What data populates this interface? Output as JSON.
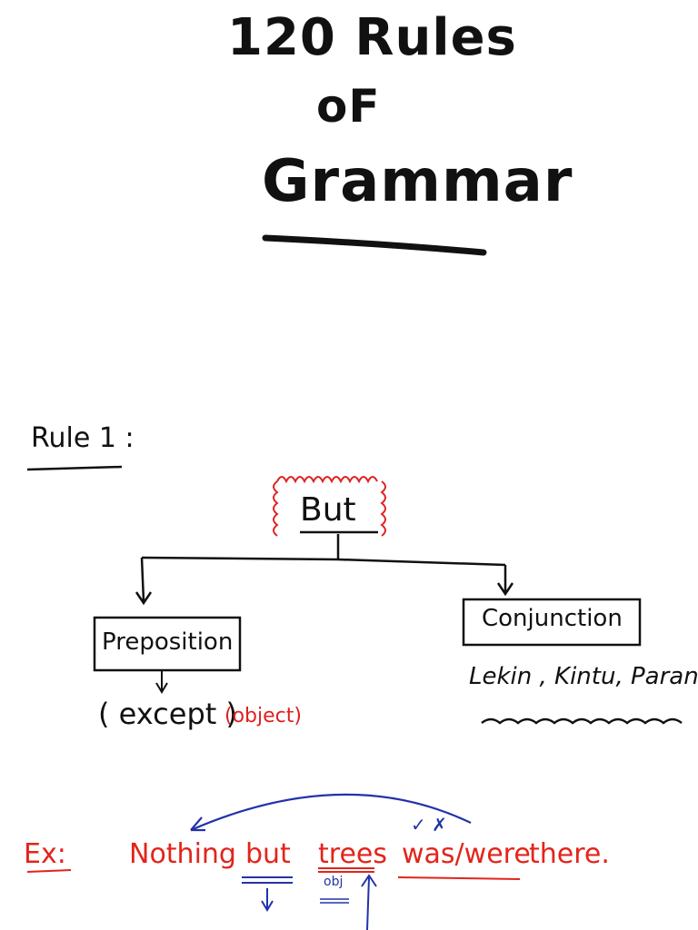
{
  "title": {
    "line1": "120 Rules",
    "line2": "oF",
    "line3": "Grammar"
  },
  "rule": {
    "label": "Rule 1 :",
    "root_word": "But",
    "branches": {
      "left": {
        "label": "Preposition",
        "meaning": "( except )",
        "note": "(object)"
      },
      "right": {
        "label": "Conjunction",
        "hindi": "Lekin , Kintu, Parantu"
      }
    }
  },
  "example": {
    "label": "Ex:",
    "words": [
      "Nothing",
      "but",
      "trees",
      "was/were",
      "there."
    ],
    "obj_note": "obj",
    "marks": "✓   ✗"
  },
  "colors": {
    "ink": "#111111",
    "red": "#e3241b",
    "blue": "#2233aa"
  }
}
